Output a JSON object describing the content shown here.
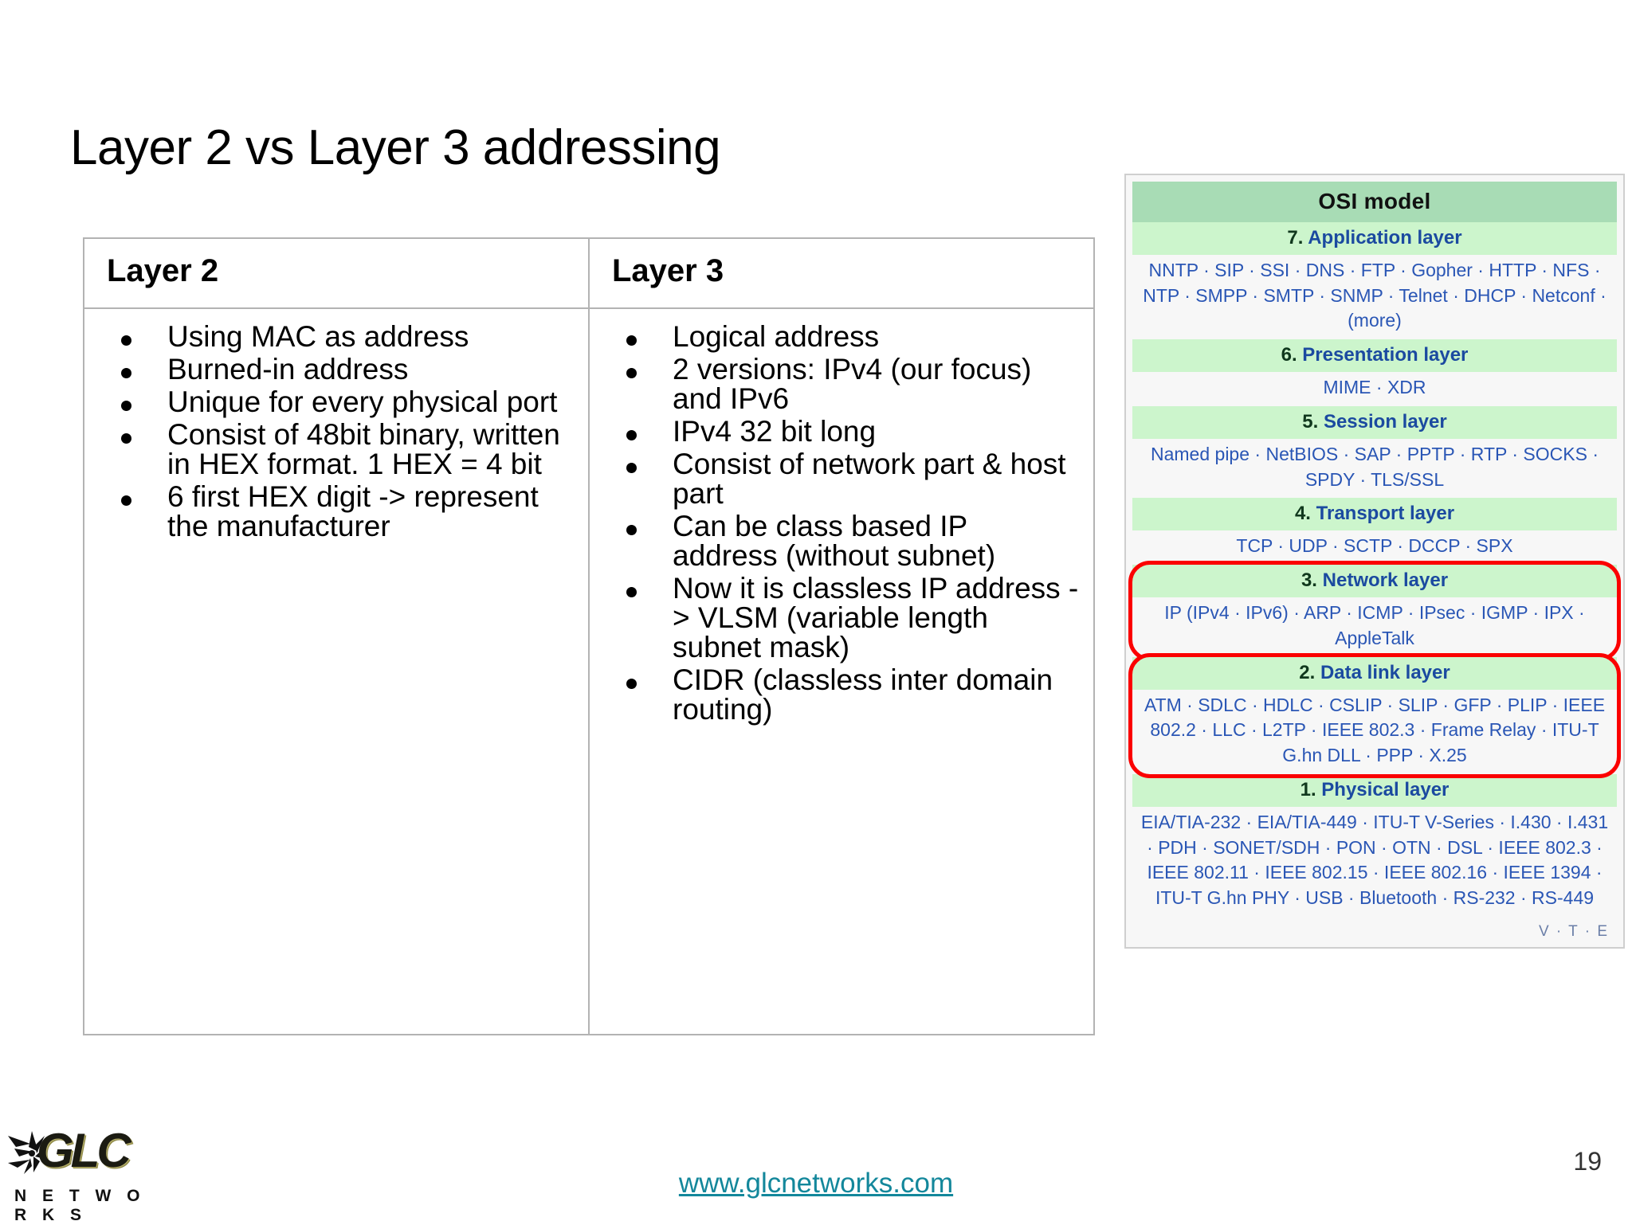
{
  "slide": {
    "title": "Layer 2 vs Layer 3 addressing",
    "page_number": "19",
    "footer_url": "www.glcnetworks.com"
  },
  "logo": {
    "name": "GLC",
    "subtitle": "N E T W O R K S"
  },
  "table": {
    "columns": [
      {
        "header": "Layer 2",
        "bullets": [
          "Using MAC as address",
          "Burned-in address",
          "Unique for every physical port",
          "Consist of 48bit binary, written in HEX format. 1 HEX = 4 bit",
          "6 first HEX digit -> represent the manufacturer"
        ]
      },
      {
        "header": "Layer 3",
        "bullets": [
          "Logical address",
          "2 versions: IPv4 (our focus) and IPv6",
          "IPv4 32 bit long",
          "Consist of network part & host part",
          "Can be class based IP address (without subnet)",
          "Now it is classless IP address -> VLSM (variable length subnet mask)",
          "CIDR (classless inter domain routing)"
        ]
      }
    ]
  },
  "osi": {
    "title": "OSI model",
    "vte": "V · T · E",
    "highlight_color": "#fb0000",
    "header_bg": "#a8dcb5",
    "layer_bg": "#ccf5cc",
    "protocol_color": "#2a56b5",
    "layers": [
      {
        "number": "7.",
        "name": "Application layer",
        "protocols": "NNTP · SIP · SSI · DNS · FTP · Gopher · HTTP · NFS · NTP · SMPP · SMTP · SNMP · Telnet · DHCP · Netconf · (more)",
        "highlighted": false
      },
      {
        "number": "6.",
        "name": "Presentation layer",
        "protocols": "MIME · XDR",
        "highlighted": false
      },
      {
        "number": "5.",
        "name": "Session layer",
        "protocols": "Named pipe · NetBIOS · SAP · PPTP · RTP · SOCKS · SPDY · TLS/SSL",
        "highlighted": false
      },
      {
        "number": "4.",
        "name": "Transport layer",
        "protocols": "TCP · UDP · SCTP · DCCP · SPX",
        "highlighted": false
      },
      {
        "number": "3.",
        "name": "Network layer",
        "protocols": "IP (IPv4 · IPv6) · ARP · ICMP · IPsec · IGMP · IPX · AppleTalk",
        "highlighted": true
      },
      {
        "number": "2.",
        "name": "Data link layer",
        "protocols": "ATM · SDLC · HDLC · CSLIP · SLIP · GFP · PLIP · IEEE 802.2 · LLC · L2TP · IEEE 802.3 · Frame Relay · ITU-T G.hn DLL · PPP · X.25",
        "highlighted": true
      },
      {
        "number": "1.",
        "name": "Physical layer",
        "protocols": "EIA/TIA-232 · EIA/TIA-449 · ITU-T V-Series · I.430 · I.431 · PDH · SONET/SDH · PON · OTN · DSL · IEEE 802.3 · IEEE 802.11 · IEEE 802.15 · IEEE 802.16 · IEEE 1394 · ITU-T G.hn PHY · USB · Bluetooth · RS-232 · RS-449",
        "highlighted": false
      }
    ]
  }
}
